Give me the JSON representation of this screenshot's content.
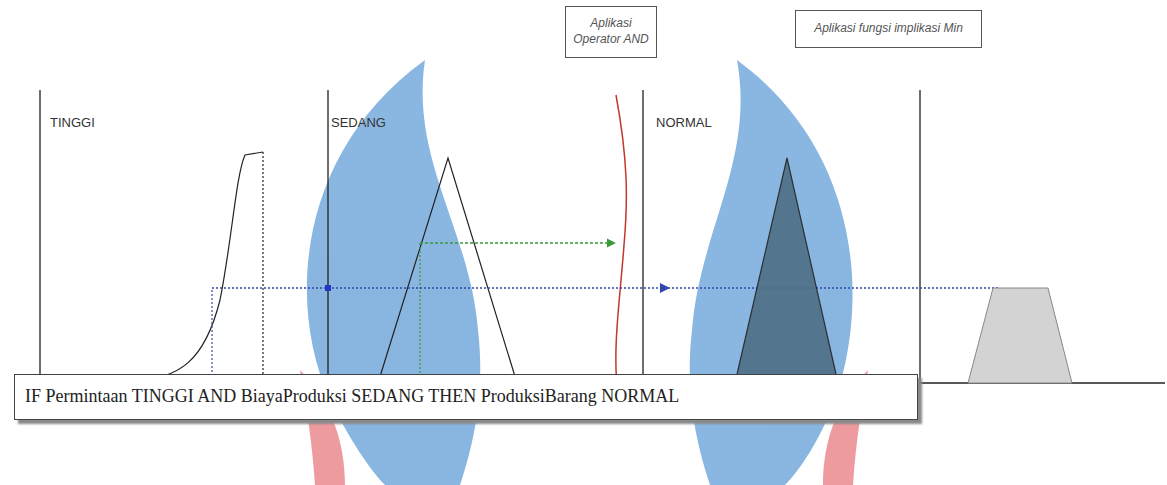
{
  "diagram": {
    "nodes": [
      {
        "text": [
          "Aplikasi Operator AND"
        ]
      },
      {
        "text": [
          "Aplikasi fungsi implikasi Min"
        ]
      },
      {
        "text": [
          "IF Permintaan TINGGI AND BiayaProduksi SEDANG THEN ProduksiBarang NORMAL"
        ]
      }
    ],
    "labels": [
      "TINGGI",
      "SEDANG",
      "NORMAL"
    ]
  }
}
